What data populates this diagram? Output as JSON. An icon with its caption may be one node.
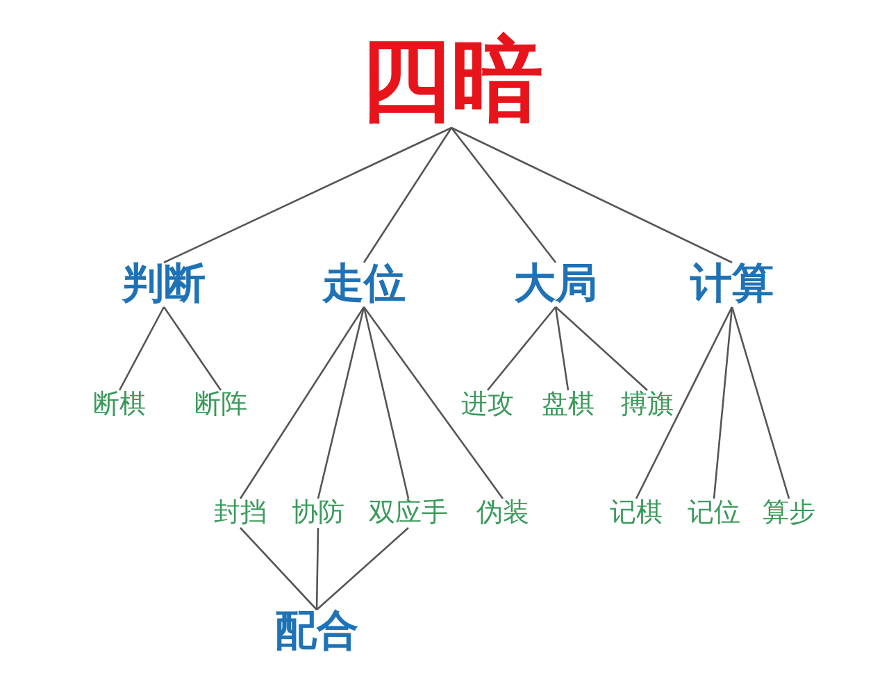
{
  "diagram": {
    "nodes": [
      {
        "text": [
          "四暗"
        ]
      },
      {
        "text": [
          "判断"
        ]
      },
      {
        "text": [
          "走位"
        ]
      },
      {
        "text": [
          "大局"
        ]
      },
      {
        "text": [
          "计算"
        ]
      },
      {
        "text": [
          "断棋"
        ]
      },
      {
        "text": [
          "断阵"
        ]
      },
      {
        "text": [
          "进攻"
        ]
      },
      {
        "text": [
          "盘棋"
        ]
      },
      {
        "text": [
          "搏旗"
        ]
      },
      {
        "text": [
          "封挡"
        ]
      },
      {
        "text": [
          "协防"
        ]
      },
      {
        "text": [
          "双应手"
        ]
      },
      {
        "text": [
          "伪装"
        ]
      },
      {
        "text": [
          "记棋"
        ]
      },
      {
        "text": [
          "记位"
        ]
      },
      {
        "text": [
          "算步"
        ]
      },
      {
        "text": [
          "配合"
        ]
      }
    ],
    "edges": [
      {
        "from": 0,
        "to": 1,
        "arrow": "none"
      },
      {
        "from": 0,
        "to": 2,
        "arrow": "none"
      },
      {
        "from": 0,
        "to": 3,
        "arrow": "none"
      },
      {
        "from": 0,
        "to": 4,
        "arrow": "none"
      },
      {
        "from": 1,
        "to": 5,
        "arrow": "none"
      },
      {
        "from": 1,
        "to": 6,
        "arrow": "none"
      },
      {
        "from": 2,
        "to": 10,
        "arrow": "none"
      },
      {
        "from": 2,
        "to": 11,
        "arrow": "none"
      },
      {
        "from": 2,
        "to": 12,
        "arrow": "none"
      },
      {
        "from": 2,
        "to": 13,
        "arrow": "none"
      },
      {
        "from": 3,
        "to": 7,
        "arrow": "none"
      },
      {
        "from": 3,
        "to": 8,
        "arrow": "none"
      },
      {
        "from": 3,
        "to": 9,
        "arrow": "none"
      },
      {
        "from": 4,
        "to": 14,
        "arrow": "none"
      },
      {
        "from": 4,
        "to": 15,
        "arrow": "none"
      },
      {
        "from": 4,
        "to": 16,
        "arrow": "none"
      },
      {
        "from": 17,
        "to": 10,
        "arrow": "none"
      },
      {
        "from": 17,
        "to": 11,
        "arrow": "none"
      },
      {
        "from": 17,
        "to": 12,
        "arrow": "none"
      }
    ]
  }
}
